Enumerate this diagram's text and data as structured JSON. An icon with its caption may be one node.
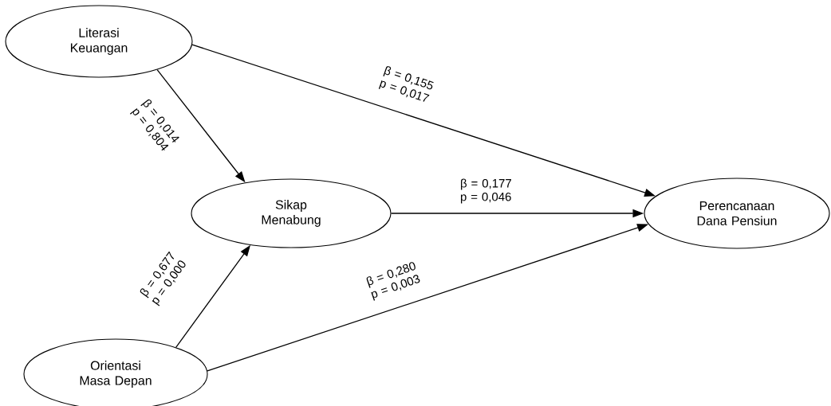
{
  "diagram": {
    "nodes": [
      {
        "text": [
          "Literasi Keuangan"
        ]
      },
      {
        "text": [
          "Sikap Menabung"
        ]
      },
      {
        "text": [
          "Orientasi Masa Depan"
        ]
      },
      {
        "text": [
          "Perencanaan Dana Pensiun"
        ]
      }
    ],
    "edges": [
      {
        "from": 0,
        "to": 1,
        "arrow": "to",
        "label": "β = 0,014 p = 0,804"
      },
      {
        "from": 0,
        "to": 3,
        "arrow": "to",
        "label": "β = 0,155 p = 0,017"
      },
      {
        "from": 1,
        "to": 3,
        "arrow": "to",
        "label": "β = 0,177 p = 0,046"
      },
      {
        "from": 2,
        "to": 1,
        "arrow": "to",
        "label": "β = 0,677 p = 0,000"
      },
      {
        "from": 2,
        "to": 3,
        "arrow": "to",
        "label": "β = 0,280 p = 0,003"
      }
    ]
  }
}
